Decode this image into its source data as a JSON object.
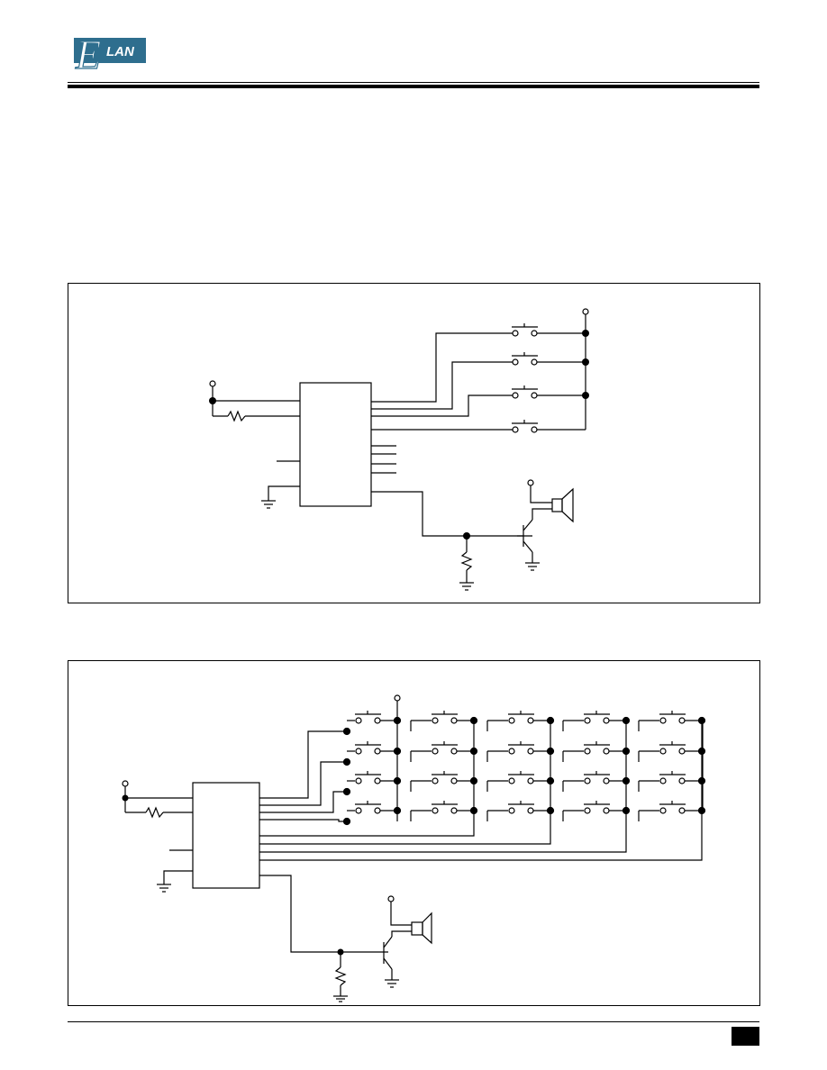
{
  "header": {
    "logo_text": "LAN",
    "logo_initial": "E",
    "brand_color": "#2e6e8e"
  },
  "figures": [
    {
      "id": "single-key-keypad-circuit",
      "keys": 4,
      "outputs_unused": 4
    },
    {
      "id": "matrix-key-keypad-circuit",
      "rows": 4,
      "columns": 5,
      "keys": 20
    }
  ],
  "footer": {
    "page_number": ""
  }
}
